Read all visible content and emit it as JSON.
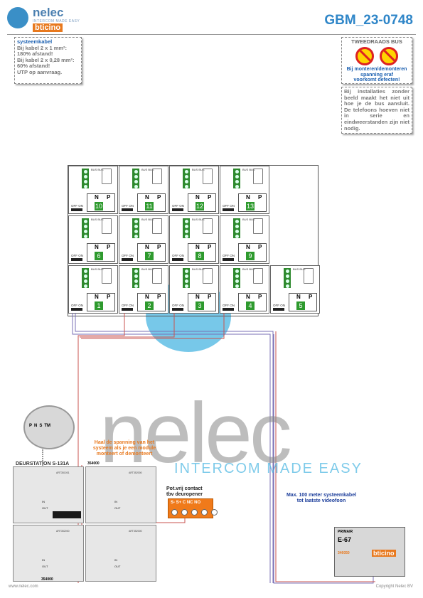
{
  "header": {
    "logo_name": "nelec",
    "logo_sub": "INTERCOM MADE EASY",
    "logo_brand": "bticino",
    "doc_code": "GBM_23-0748"
  },
  "note_cable": {
    "title": "systeemkabel",
    "line1": "Bij kabel 2 x 1 mm²:",
    "line2": "180% afstand!",
    "line3": "Bij kabel 2 x 0,28 mm²:",
    "line4": "60% afstand!",
    "line5": "UTP op aanvraag."
  },
  "warning": {
    "title": "TWEEDRAADS BUS",
    "text1": "Bij monteren/demonteren",
    "text2": "spanning eraf",
    "text3": "voorkomt defecten!"
  },
  "info": {
    "text": "Bij installaties zonder beeld maakt het niet uit hoe je de bus aansluit. De telefoons hoeven niet in serie en eindweerstanden zijn niet nodig."
  },
  "units": [
    {
      "n": "N",
      "p": "P",
      "num": "10",
      "offon": "OFF ON"
    },
    {
      "n": "N",
      "p": "P",
      "num": "11",
      "offon": "OFF ON"
    },
    {
      "n": "N",
      "p": "P",
      "num": "12",
      "offon": "OFF ON"
    },
    {
      "n": "N",
      "p": "P",
      "num": "13",
      "offon": "OFF ON"
    },
    {
      "n": "N",
      "p": "P",
      "num": "6",
      "offon": "OFF ON"
    },
    {
      "n": "N",
      "p": "P",
      "num": "7",
      "offon": "OFF ON"
    },
    {
      "n": "N",
      "p": "P",
      "num": "8",
      "offon": "OFF ON"
    },
    {
      "n": "N",
      "p": "P",
      "num": "9",
      "offon": "OFF ON"
    },
    {
      "n": "N",
      "p": "P",
      "num": "1",
      "offon": "OFF ON"
    },
    {
      "n": "N",
      "p": "P",
      "num": "2",
      "offon": "OFF ON"
    },
    {
      "n": "N",
      "p": "P",
      "num": "3",
      "offon": "OFF ON"
    },
    {
      "n": "N",
      "p": "P",
      "num": "4",
      "offon": "OFF ON"
    },
    {
      "n": "N",
      "p": "P",
      "num": "5",
      "offon": "OFF ON"
    }
  ],
  "unit_label": "BUS\nBUS",
  "zoom": {
    "labels": [
      "P",
      "N",
      "S",
      "TM"
    ]
  },
  "callout": "Haal de spanning van het systeem als je een module monteert of demonteert",
  "door_station": "DEURSTATION S-131A",
  "module_codes": {
    "top": "354000",
    "bottom": "354000"
  },
  "module_tags": [
    "ART351001",
    "ART352000",
    "ART352000",
    "ART352000"
  ],
  "module_io": {
    "in": "IN",
    "out": "OUT"
  },
  "pot_contact": {
    "line1": "Pot.vrij contact",
    "line2": "tbv deuropener",
    "terminals": "S-  S+ C  NC NO"
  },
  "max_cable": {
    "line1": "Max. 100 meter systeemkabel",
    "line2": "tot laatste videofoon"
  },
  "video": {
    "prim": "PRIMAIR",
    "model": "E-67",
    "code": "346050",
    "brand": "bticino"
  },
  "watermark": {
    "main": "nelec",
    "sub": "INTERCOM MADE EASY"
  },
  "footer": {
    "left": "www.nelec.com",
    "right": "Copyright Nelec BV"
  }
}
